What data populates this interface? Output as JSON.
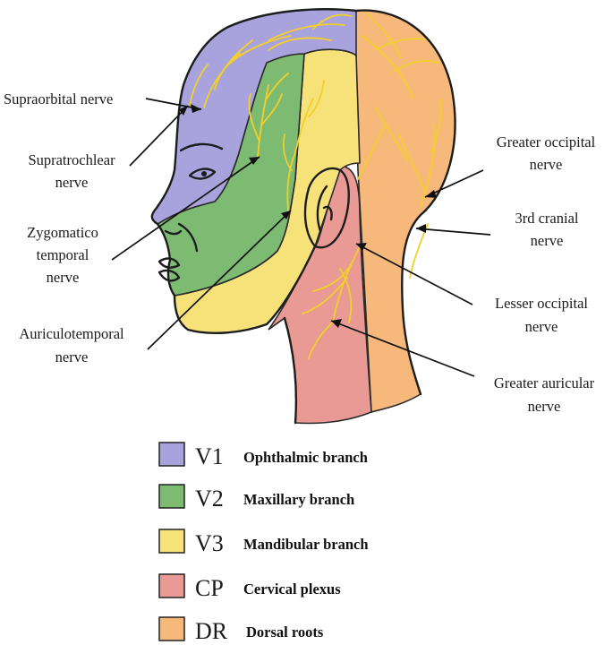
{
  "regions": {
    "v1": {
      "color": "#a9a3dd"
    },
    "v2": {
      "color": "#7dba72"
    },
    "v3": {
      "color": "#f7e27a"
    },
    "cp": {
      "color": "#e99a94"
    },
    "dr": {
      "color": "#f7b87c"
    }
  },
  "nerve_color": "#f2cf2a",
  "labels": {
    "supraorbital": "Supraorbital nerve",
    "supratrochlear_1": "Supratrochlear",
    "supratrochlear_2": "nerve",
    "zygomatico_1": "Zygomatico",
    "zygomatico_2": "temporal",
    "zygomatico_3": "nerve",
    "auriculotemporal_1": "Auriculotemporal",
    "auriculotemporal_2": "nerve",
    "greater_occipital_1": "Greater occipital",
    "greater_occipital_2": "nerve",
    "third_cranial_1": "3rd cranial",
    "third_cranial_2": "nerve",
    "lesser_occipital_1": "Lesser occipital",
    "lesser_occipital_2": "nerve",
    "greater_auricular_1": "Greater auricular",
    "greater_auricular_2": "nerve"
  },
  "legend": [
    {
      "code": "V1",
      "name": "Ophthalmic branch",
      "color": "#a9a3dd"
    },
    {
      "code": "V2",
      "name": "Maxillary branch",
      "color": "#7dba72"
    },
    {
      "code": "V3",
      "name": "Mandibular branch",
      "color": "#f7e27a"
    },
    {
      "code": "CP",
      "name": "Cervical plexus",
      "color": "#e99a94"
    },
    {
      "code": "DR",
      "name": "Dorsal roots",
      "color": "#f7b87c"
    }
  ]
}
